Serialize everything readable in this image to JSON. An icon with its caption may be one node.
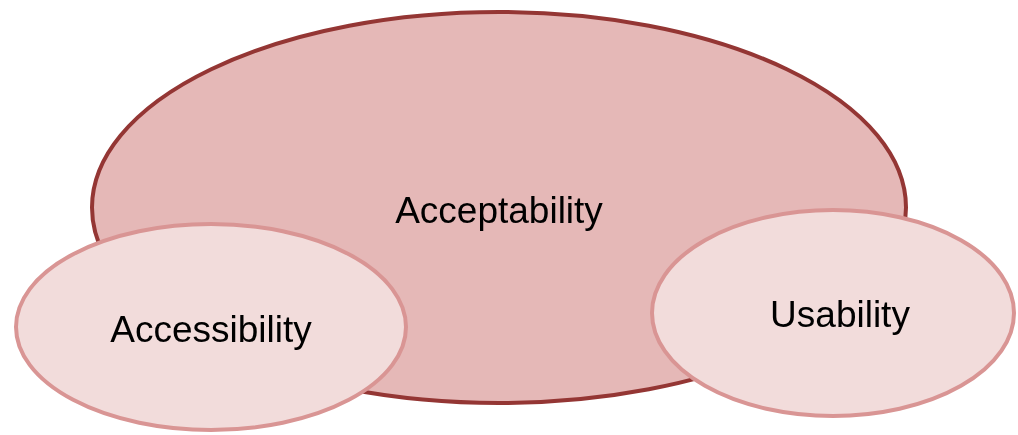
{
  "diagram": {
    "nodes": [
      {
        "text": [
          "Acceptability"
        ]
      },
      {
        "text": [
          "Accessibility"
        ]
      },
      {
        "text": [
          "Usability"
        ]
      }
    ]
  }
}
